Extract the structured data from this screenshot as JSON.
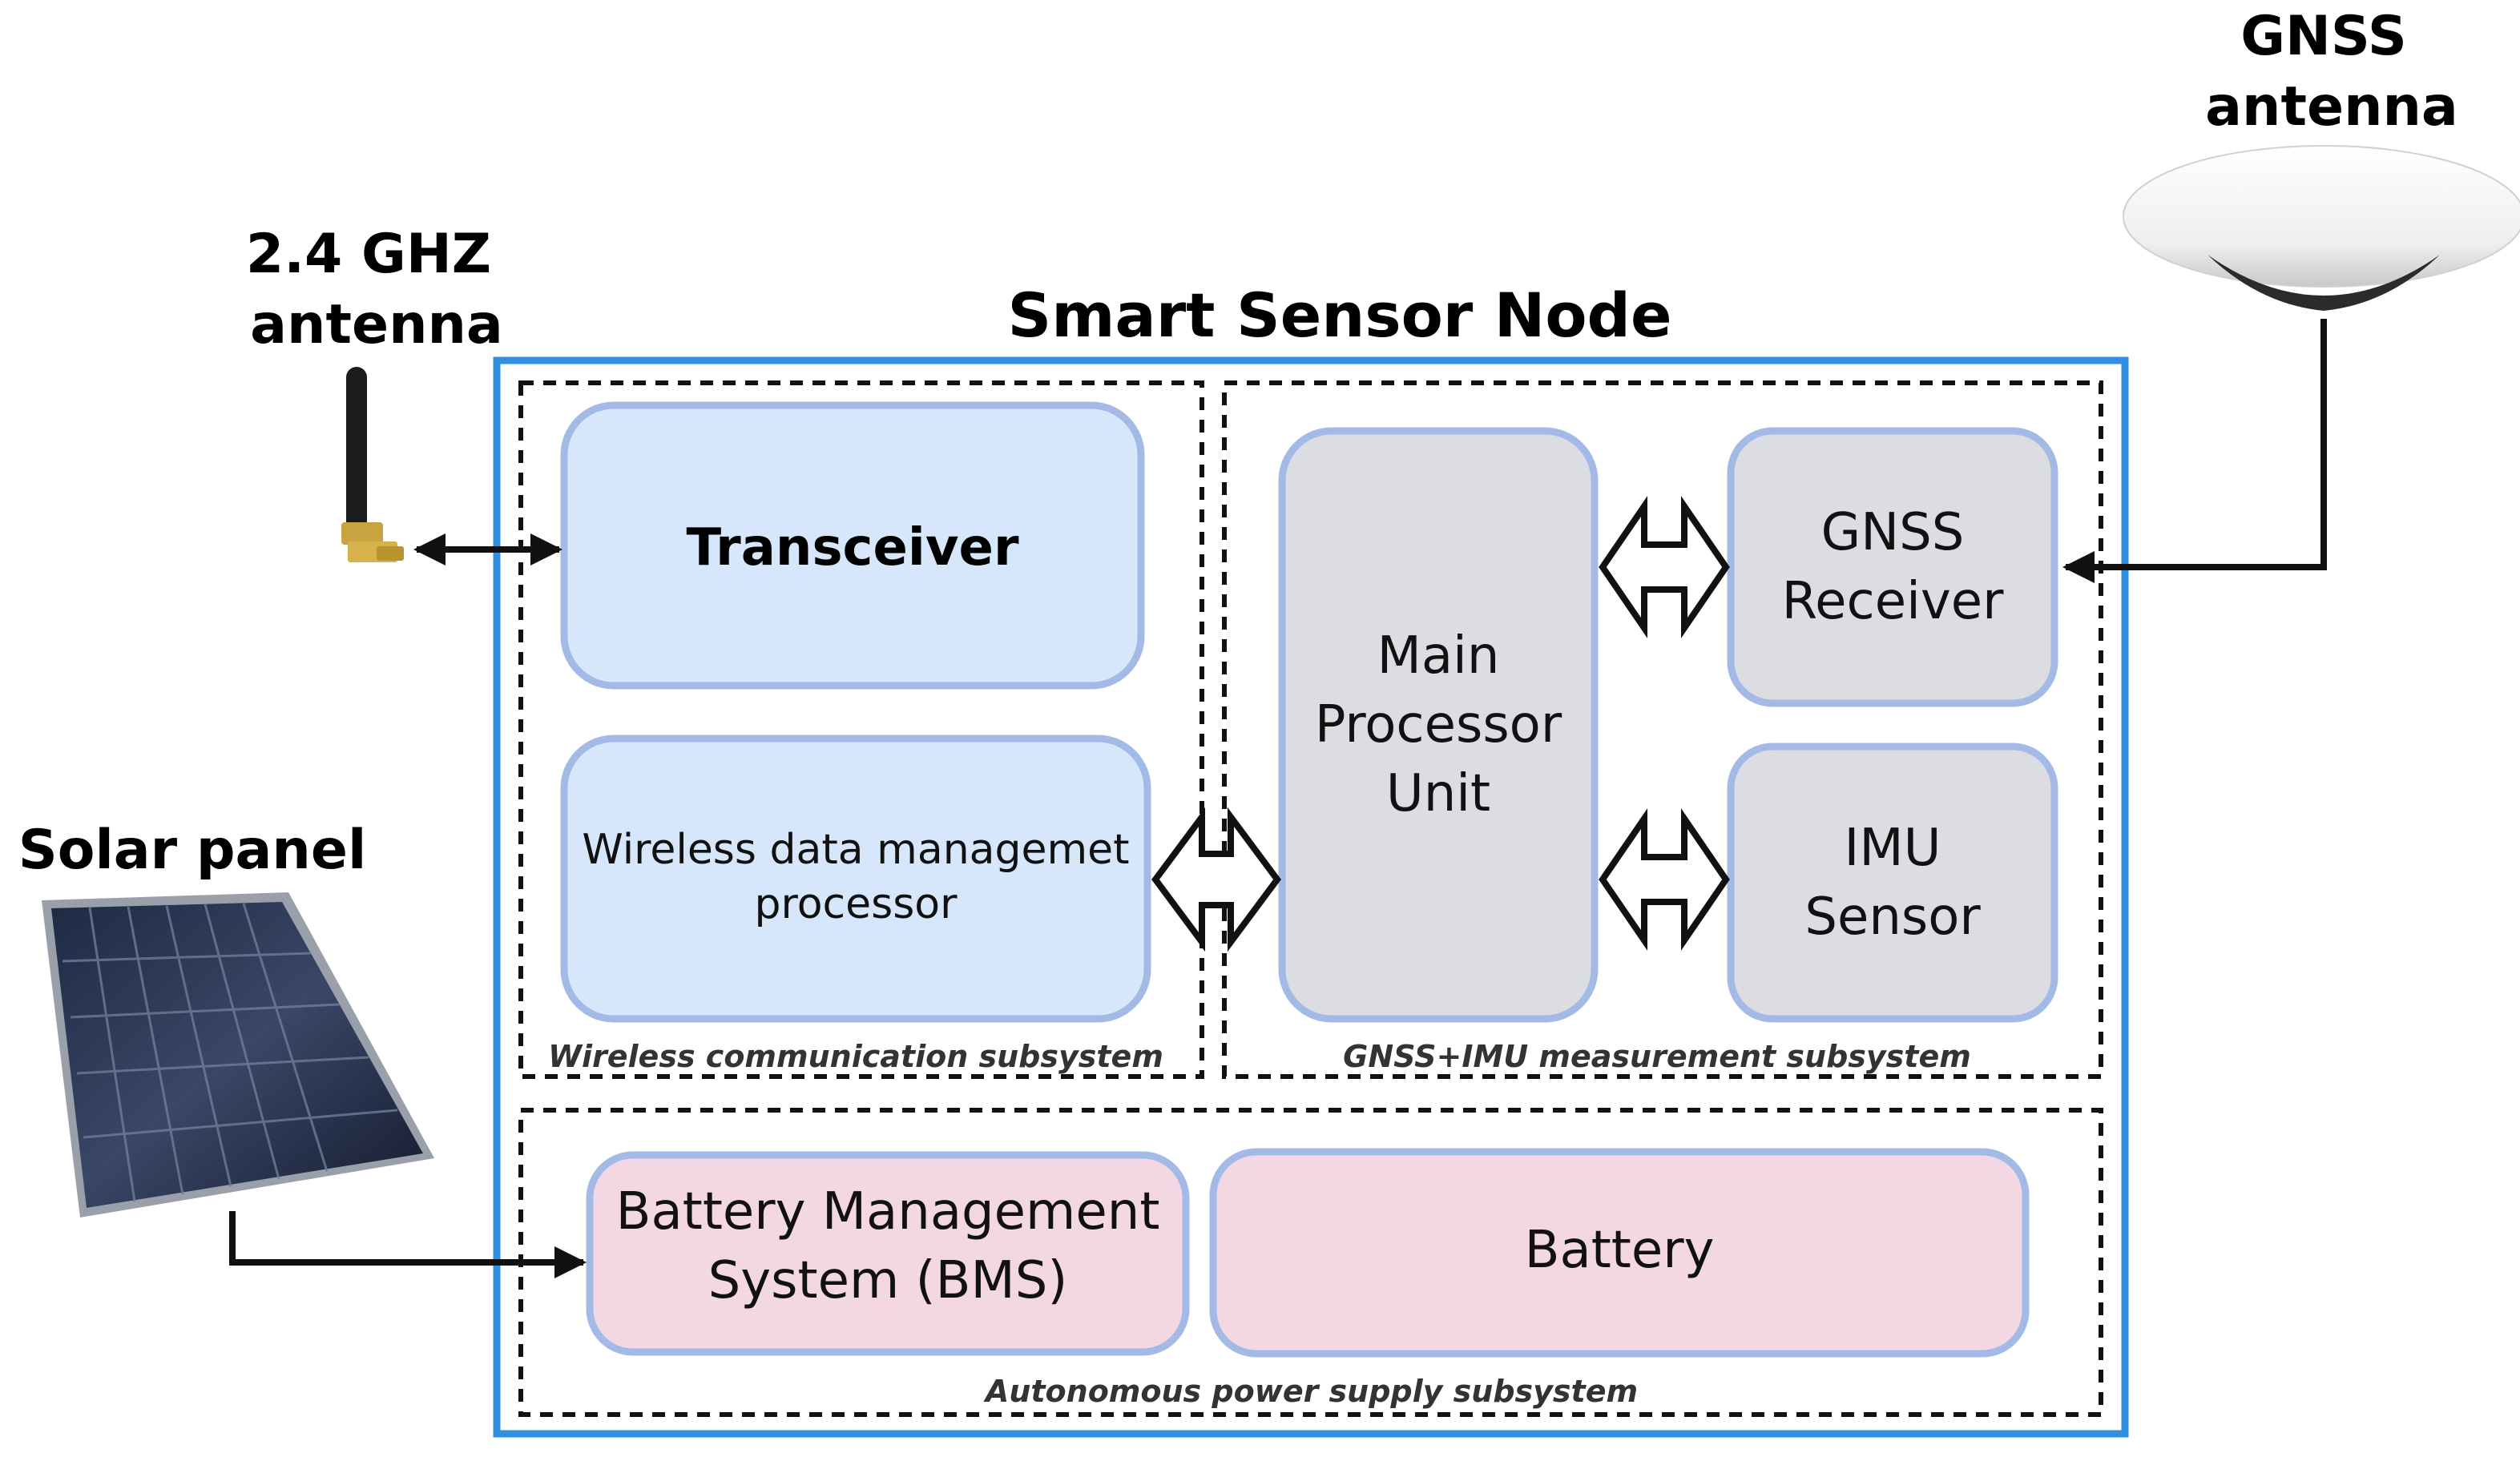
{
  "title": "Smart Sensor Node",
  "external": {
    "ghz_antenna": {
      "line1": "2.4 GHZ",
      "line2": "antenna"
    },
    "gnss_antenna": {
      "line1": "GNSS",
      "line2": "antenna"
    },
    "solar_panel": {
      "label": "Solar panel"
    }
  },
  "subsystems": {
    "wireless": {
      "label": "Wireless communication subsystem"
    },
    "gnss_imu": {
      "label": "GNSS+IMU measurement subsystem"
    },
    "power": {
      "label": "Autonomous power supply subsystem"
    }
  },
  "blocks": {
    "transceiver": {
      "label": "Transceiver"
    },
    "wireless_processor": {
      "line1": "Wireless data managemet",
      "line2": "processor"
    },
    "main_processor": {
      "line1": "Main",
      "line2": "Processor",
      "line3": "Unit"
    },
    "gnss_receiver": {
      "line1": "GNSS",
      "line2": "Receiver"
    },
    "imu_sensor": {
      "line1": "IMU",
      "line2": "Sensor"
    },
    "bms": {
      "line1": "Battery Management",
      "line2": "System (BMS)"
    },
    "battery": {
      "label": "Battery"
    }
  },
  "colors": {
    "node_border": "#2f8fe0",
    "wireless_block_fill": "#d6e6fb",
    "processor_block_fill": "#dcdde2",
    "power_block_fill": "#f3d8e4",
    "block_stroke": "#a4bae6"
  }
}
